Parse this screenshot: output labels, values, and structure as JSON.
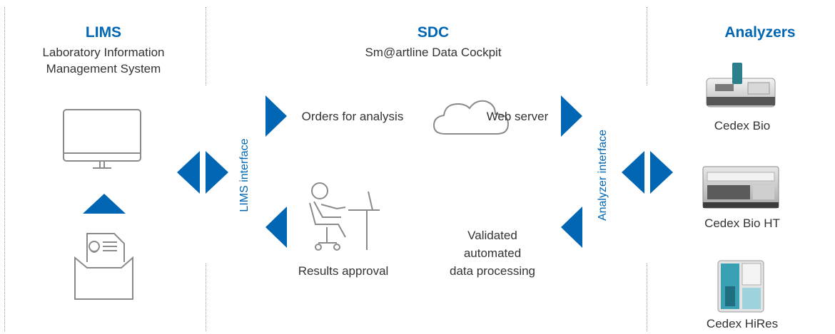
{
  "columns": {
    "lims": {
      "title": "LIMS",
      "subtitle_line1": "Laboratory Information",
      "subtitle_line2": "Management System"
    },
    "sdc": {
      "title": "SDC",
      "subtitle": "Sm@artline Data Cockpit"
    },
    "analyzers": {
      "title": "Analyzers"
    }
  },
  "flow": {
    "orders": "Orders for analysis",
    "web_server": "Web server",
    "results_approval": "Results approval",
    "validated_line1": "Validated",
    "validated_line2": "automated",
    "validated_line3": "data processing"
  },
  "interfaces": {
    "lims": "LIMS interface",
    "analyzer": "Analyzer interface"
  },
  "instruments": [
    "Cedex Bio",
    "Cedex Bio HT",
    "Cedex HiRes"
  ],
  "colors": {
    "accent": "#0066b3",
    "text": "#333333",
    "icon_stroke": "#8a8a8a"
  },
  "icons": [
    "monitor-icon",
    "folder-document-icon",
    "cloud-icon",
    "person-at-desk-icon",
    "instrument-image"
  ]
}
